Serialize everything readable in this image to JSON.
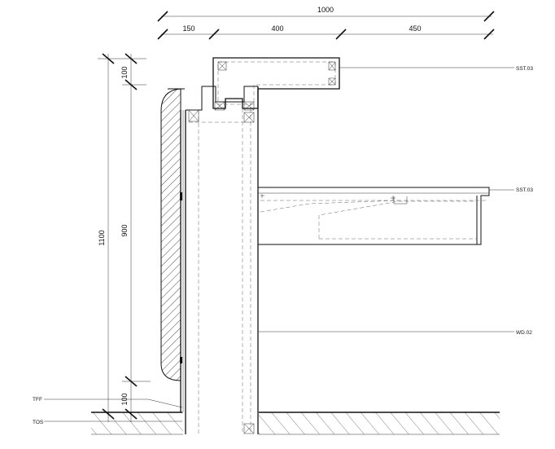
{
  "dimensions": {
    "overall_width": "1000",
    "segment_1": "150",
    "segment_2": "400",
    "segment_3": "450",
    "overall_height": "1100",
    "upper_height": "900",
    "top_height": "100",
    "base_height": "100"
  },
  "material_tags": {
    "top_tag": "SST.03",
    "shelf_tag": "SST.03",
    "panel_tag": "WD.02"
  },
  "levels": {
    "finished_floor": "TFF",
    "structural_slab": "TOS"
  },
  "colors": {
    "line": "#111111",
    "hidden": "#666666",
    "background": "#ffffff"
  }
}
